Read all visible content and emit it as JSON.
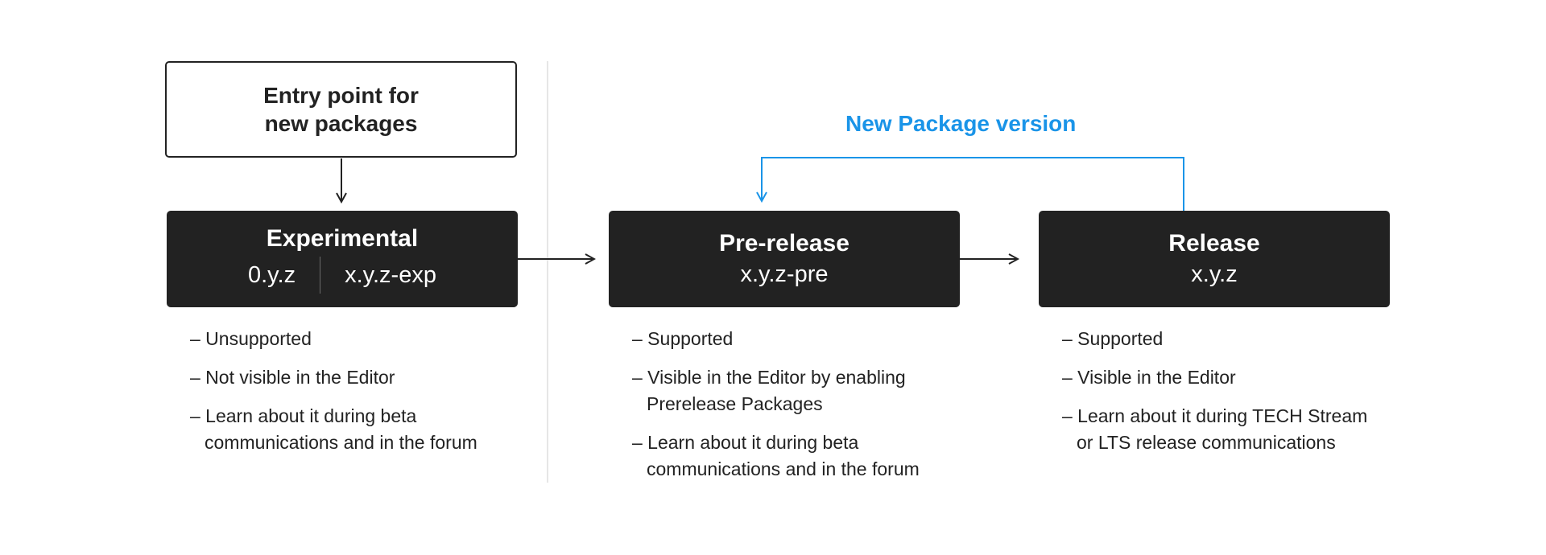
{
  "entry": {
    "line1": "Entry point for",
    "line2": "new packages"
  },
  "stages": [
    {
      "title": "Experimental",
      "versions": [
        "0.y.z",
        "x.y.z-exp"
      ],
      "bullets": [
        "– Unsupported",
        "– Not visible in the Editor",
        "– Learn about it during beta\ncommunications and in the forum"
      ]
    },
    {
      "title": "Pre-release",
      "versions": [
        "x.y.z-pre"
      ],
      "bullets": [
        "– Supported",
        "– Visible in the Editor  by enabling\nPrerelease Packages",
        "– Learn about it during beta\ncommunications and in the forum"
      ]
    },
    {
      "title": "Release",
      "versions": [
        "x.y.z"
      ],
      "bullets": [
        "– Supported",
        "– Visible in the Editor",
        "– Learn about it during TECH Stream\nor LTS release communications"
      ]
    }
  ],
  "feedback_label": "New Package version",
  "colors": {
    "box_dark": "#222222",
    "accent_blue": "#1a94e8",
    "divider": "#dddddd"
  }
}
